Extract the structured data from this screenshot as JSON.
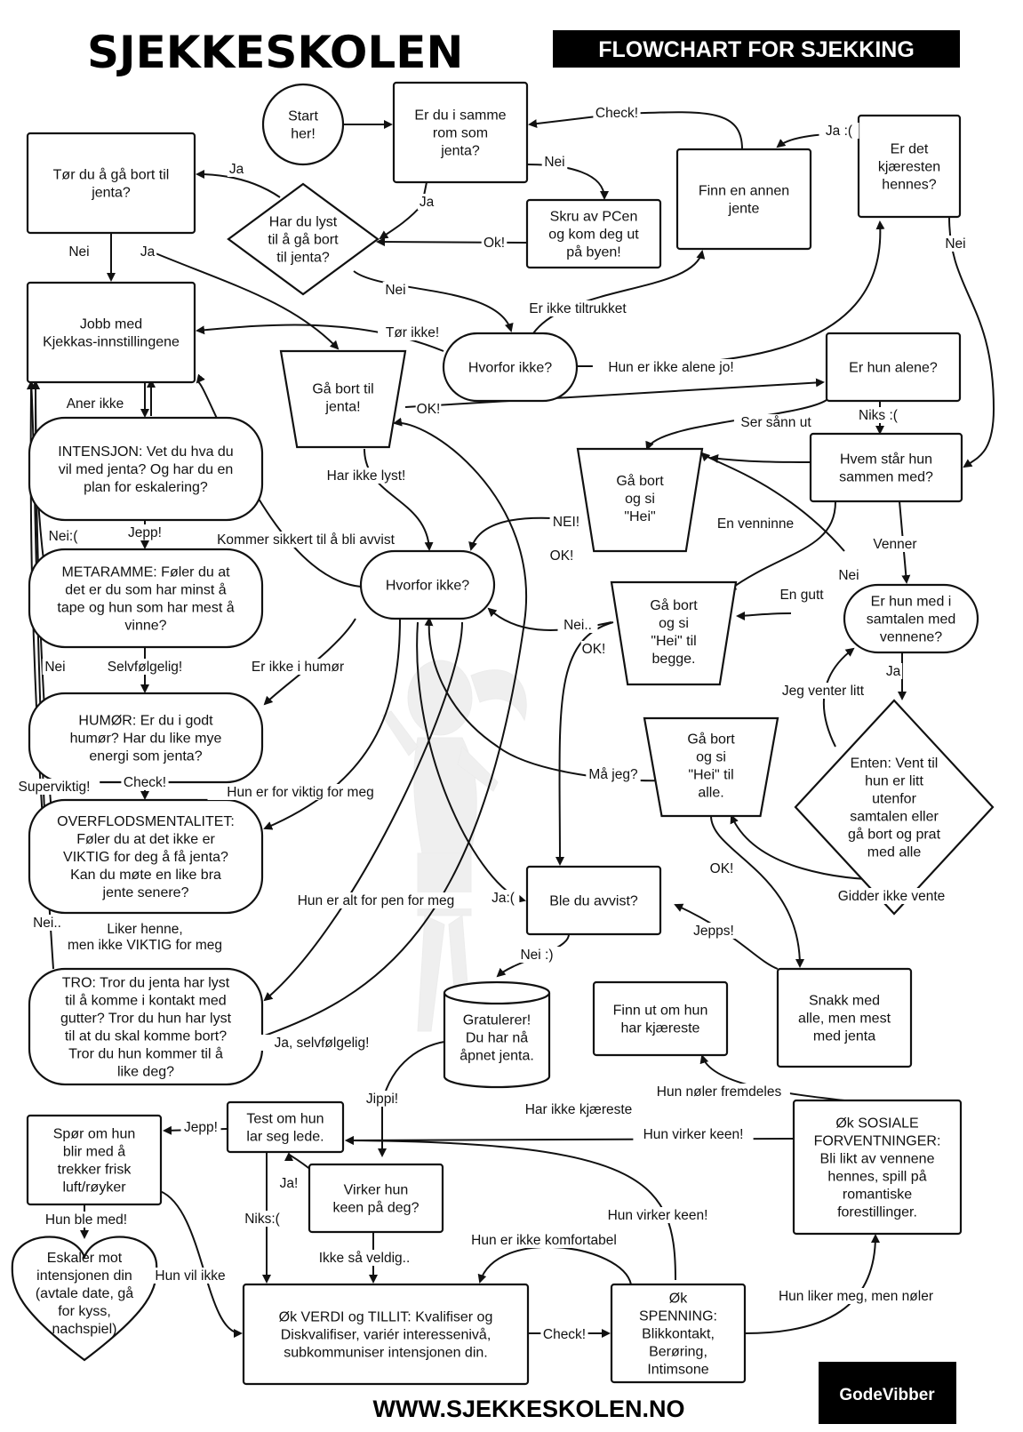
{
  "header": {
    "brand": "SJEKKESKOLEN",
    "title": "FLOWCHART FOR SJEKKING"
  },
  "footer": {
    "url": "WWW.SJEKKESKOLEN.NO",
    "logo": "GodeVibber"
  },
  "nodes": {
    "start": [
      "Start",
      "her!"
    ],
    "same_room": [
      "Er du i samme",
      "rom som",
      "jenta?"
    ],
    "find_other": [
      "Finn en annen",
      "jente"
    ],
    "boyfriend": [
      "Er det",
      "kjæresten",
      "hennes?"
    ],
    "dare": [
      "Tør du å gå bort til",
      "jenta?"
    ],
    "want": [
      "Har du lyst",
      "til å gå bort",
      "til jenta?"
    ],
    "pc_off": [
      "Skru av PCen",
      "og kom deg ut",
      "på byen!"
    ],
    "work": [
      "Jobb med",
      "Kjekkas-innstillingene"
    ],
    "why_not_1": [
      "Hvorfor ikke?"
    ],
    "go_over": [
      "Gå bort til",
      "jenta!"
    ],
    "alone": [
      "Er hun alene?"
    ],
    "intent": [
      "INTENSJON: Vet du hva du",
      "vil med jenta? Og har du en",
      "plan for eskalering?"
    ],
    "say_hi": [
      "Gå bort",
      "og si",
      "\"Hei\""
    ],
    "who_with": [
      "Hvem står hun",
      "sammen med?"
    ],
    "meta": [
      "METARAMME: Føler du at",
      "det er du som har minst å",
      "tape og hun som har mest å",
      "vinne?"
    ],
    "why_not_2": [
      "Hvorfor ikke?"
    ],
    "say_hi_both": [
      "Gå bort",
      "og si",
      "\"Hei\" til",
      "begge."
    ],
    "talking": [
      "Er hun med i",
      "samtalen med",
      "vennene?"
    ],
    "mood": [
      "HUMØR: Er du i godt",
      "humør? Har du like mye",
      "energi som jenta?"
    ],
    "say_hi_all": [
      "Gå bort",
      "og si",
      "\"Hei\" til",
      "alle."
    ],
    "wait": [
      "Enten: Vent til",
      "hun er litt",
      "utenfor",
      "samtalen eller",
      "gå bort og prat",
      "med alle"
    ],
    "abundance": [
      "OVERFLODSMENTALITET:",
      "Føler du at det ikke er",
      "VIKTIG for deg å få jenta?",
      "Kan du møte en like bra",
      "jente senere?"
    ],
    "rejected": [
      "Ble du avvist?"
    ],
    "belief": [
      "TRO: Tror du jenta har lyst",
      "til å komme i kontakt med",
      "gutter? Tror du hun har lyst",
      "til at du skal komme bort?",
      "Tror du hun kommer til å",
      "like deg?"
    ],
    "congrats": [
      "Gratulerer!",
      "Du har nå",
      "åpnet jenta."
    ],
    "find_bf": [
      "Finn ut om hun",
      "har kjæreste"
    ],
    "talk_all": [
      "Snakk med",
      "alle, men mest",
      "med jenta"
    ],
    "social": [
      "Øk SOSIALE",
      "FORVENTNINGER:",
      "Bli likt av vennene",
      "hennes, spill på",
      "romantiske",
      "forestillinger."
    ],
    "ask_out": [
      "Spør om hun",
      "blir med å",
      "trekker frisk",
      "luft/røyker"
    ],
    "lead": [
      "Test om hun",
      "lar seg lede."
    ],
    "keen": [
      "Virker hun",
      "keen på deg?"
    ],
    "escalate": [
      "Eskaler mot",
      "intensjonen din",
      "(avtale date, gå",
      "for kyss,",
      "nachspiel)"
    ],
    "value": [
      "Øk VERDI og TILLIT: Kvalifiser og",
      "Diskvalifiser, variér interessenivå,",
      "subkommuniser intensjonen din."
    ],
    "tension": [
      "Øk",
      "SPENNING:",
      "Blikkontakt,",
      "Berøring,",
      "Intimsone"
    ]
  },
  "edge_labels": {
    "check": "Check!",
    "ja_sad": "Ja :(",
    "nei_pc": "Nei",
    "ja_want": "Ja",
    "ja_dare": "Ja",
    "ok_pc": "Ok!",
    "nei_dare": "Nei",
    "ja_go": "Ja",
    "nei_want": "Nei",
    "nei_bf": "Nei",
    "not_attracted": "Er ikke tiltrukket",
    "dare_not": "Tør ikke!",
    "not_alone": "Hun er ikke alene jo!",
    "ok_go": "OK!",
    "aner_ikke": "Aner ikke",
    "ser_sann": "Ser sånn ut",
    "niks_sad": "Niks :(",
    "no_desire": "Har ikke lyst!",
    "nei_sad": "Nei:(",
    "jepp": "Jepp!",
    "sure_reject": "Kommer sikkert til å bli avvist",
    "nei_hi": "NEI!",
    "ok_hi": "OK!",
    "girlfriend": "En venninne",
    "friends": "Venner",
    "boy": "En gutt",
    "nei_talk": "Nei",
    "nei_both": "Nei..",
    "ok_both": "OK!",
    "nei_meta": "Nei",
    "of_course": "Selvfølgelig!",
    "not_mood": "Er ikke i humør",
    "ja_talk": "Ja",
    "wait_bit": "Jeg venter litt",
    "must_i": "Må jeg?",
    "check_mood": "Check!",
    "super_important": "Superviktig!",
    "too_important": "Hun er for viktig for meg",
    "ok_all": "OK!",
    "no_wait": "Gidder ikke vente",
    "too_pretty": "Hun er alt for pen for meg",
    "ja_sad2": "Ja:(",
    "jepps": "Jepps!",
    "nei_dots": "Nei..",
    "like_her": "Liker henne,",
    "not_important": "men ikke VIKTIG for meg",
    "nei_smile": "Nei :)",
    "yes_ofc": "Ja, selvfølgelig!",
    "still_hesitates": "Hun nøler fremdeles",
    "jippi": "Jippi!",
    "no_bf": "Har ikke kjæreste",
    "seems_keen": "Hun virker keen!",
    "jepp_lead": "Jepp!",
    "ja_keen": "Ja!",
    "came": "Hun ble med!",
    "niks_lead": "Niks:(",
    "seems_keen2": "Hun virker keen!",
    "not_comfortable": "Hun er ikke komfortabel",
    "not_really": "Ikke så veldig..",
    "wanted": "Hun vil ikke",
    "likes_hesitates": "Hun liker meg, men nøler",
    "check_value": "Check!"
  }
}
